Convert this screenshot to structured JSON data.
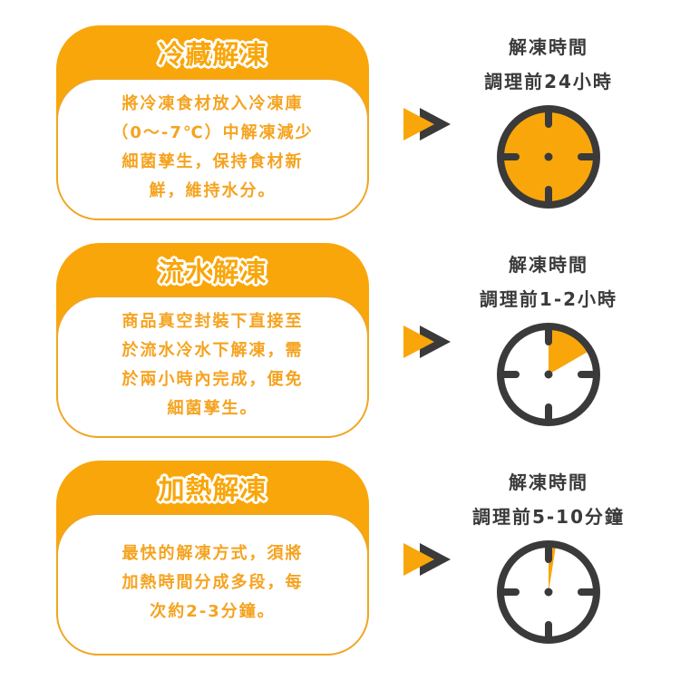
{
  "colors": {
    "accent": "#f9a60a",
    "text_orange": "#f5a31f",
    "dark": "#3a3a3a",
    "white": "#ffffff"
  },
  "sections": [
    {
      "title": "冷藏解凍",
      "body_lines": [
        "將冷凍食材放入冷凍庫",
        "（0～-7℃）中解凍減少",
        "細菌孳生，保持食材新",
        "鮮，維持水分。"
      ],
      "label_line1": "解凍時間",
      "label_line2": "調理前24小時",
      "clock_fill_degrees": 360,
      "icon": "clock-icon"
    },
    {
      "title": "流水解凍",
      "body_lines": [
        "商品真空封裝下直接至",
        "於流水冷水下解凍，需",
        "於兩小時內完成，便免",
        "細菌孳生。"
      ],
      "label_line1": "解凍時間",
      "label_line2": "調理前1-2小時",
      "clock_fill_degrees": 60,
      "icon": "clock-icon"
    },
    {
      "title": "加熱解凍",
      "body_lines": [
        "最快的解凍方式，須將",
        "加熱時間分成多段，每",
        "次約2-3分鐘。"
      ],
      "label_line1": "解凍時間",
      "label_line2": "調理前5-10分鐘",
      "clock_fill_degrees": 9,
      "icon": "clock-icon"
    }
  ],
  "arrow_icon": "double-arrow-right-icon"
}
